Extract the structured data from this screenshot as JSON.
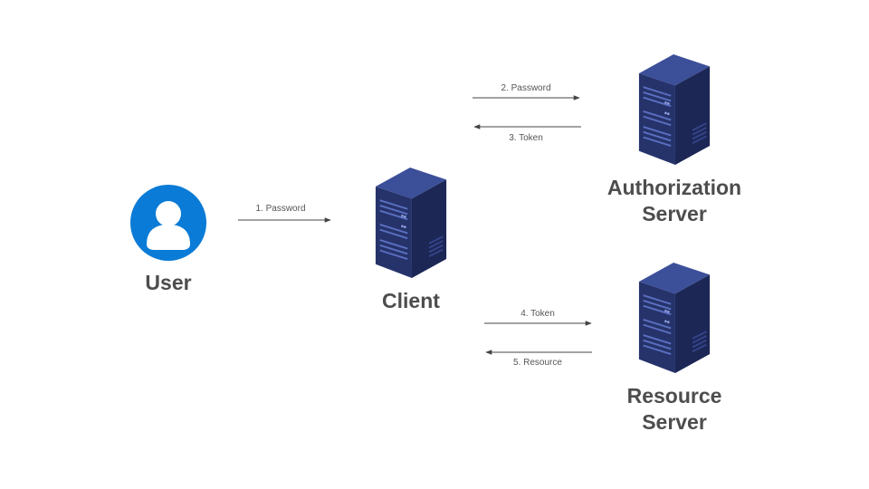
{
  "colors": {
    "user_icon_bg": "#0a7bd6",
    "server_front": "#26336b",
    "server_side": "#1c2756",
    "server_top": "#3c4f99",
    "arrow": "#444444",
    "label_text": "#4d4d4d"
  },
  "nodes": {
    "user": {
      "label": "User",
      "icon": "user-avatar-icon"
    },
    "client": {
      "label": "Client",
      "icon": "server-icon"
    },
    "authorization_server": {
      "label_line1": "Authorization",
      "label_line2": "Server",
      "icon": "server-icon"
    },
    "resource_server": {
      "label_line1": "Resource",
      "label_line2": "Server",
      "icon": "server-icon"
    }
  },
  "edges": [
    {
      "label": "1. Password",
      "from": "User",
      "to": "Client"
    },
    {
      "label": "2. Password",
      "from": "Client",
      "to": "Authorization Server"
    },
    {
      "label": "3. Token",
      "from": "Authorization Server",
      "to": "Client"
    },
    {
      "label": "4. Token",
      "from": "Client",
      "to": "Resource Server"
    },
    {
      "label": "5. Resource",
      "from": "Resource Server",
      "to": "Client"
    }
  ]
}
